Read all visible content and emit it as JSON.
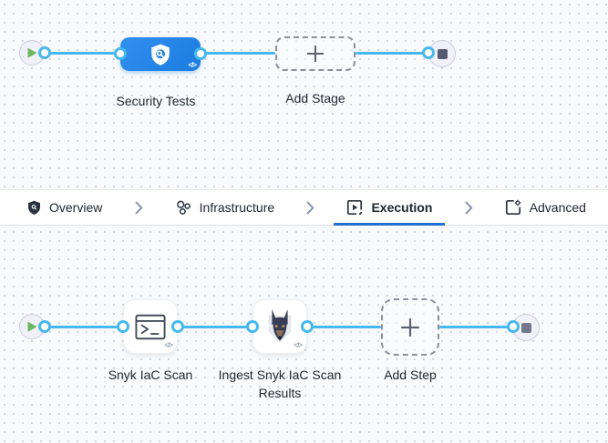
{
  "colors": {
    "canvas_bg": "#f8fafd",
    "grid_dot": "#ccd3de",
    "edge_blue": "#47b8ed",
    "node_blue_1": "#3190ef",
    "node_blue_2": "#1b7ce0",
    "tab_underline": "#2170d0",
    "play_green": "#6cb862",
    "stop_gray": "#62657b",
    "dashed_border": "#8c909d",
    "label_dark": "#22272e"
  },
  "stage_graph": {
    "stage_label": "Security Tests",
    "add_stage_label": "Add Stage",
    "code_toggle": "</>"
  },
  "tab_bar": {
    "tabs": [
      {
        "label": "Overview",
        "icon": "shield-icon",
        "active": false
      },
      {
        "label": "Infrastructure",
        "icon": "infrastructure-icon",
        "active": false
      },
      {
        "label": "Execution",
        "icon": "execution-icon",
        "active": true
      },
      {
        "label": "Advanced",
        "icon": "advanced-icon",
        "active": false
      }
    ]
  },
  "step_graph": {
    "steps": [
      {
        "label": "Snyk IaC Scan",
        "icon": "terminal-icon"
      },
      {
        "label": "Ingest Snyk IaC Scan Results",
        "icon": "snyk-dog-icon"
      }
    ],
    "add_step_label": "Add Step",
    "code_toggle": "</>"
  }
}
